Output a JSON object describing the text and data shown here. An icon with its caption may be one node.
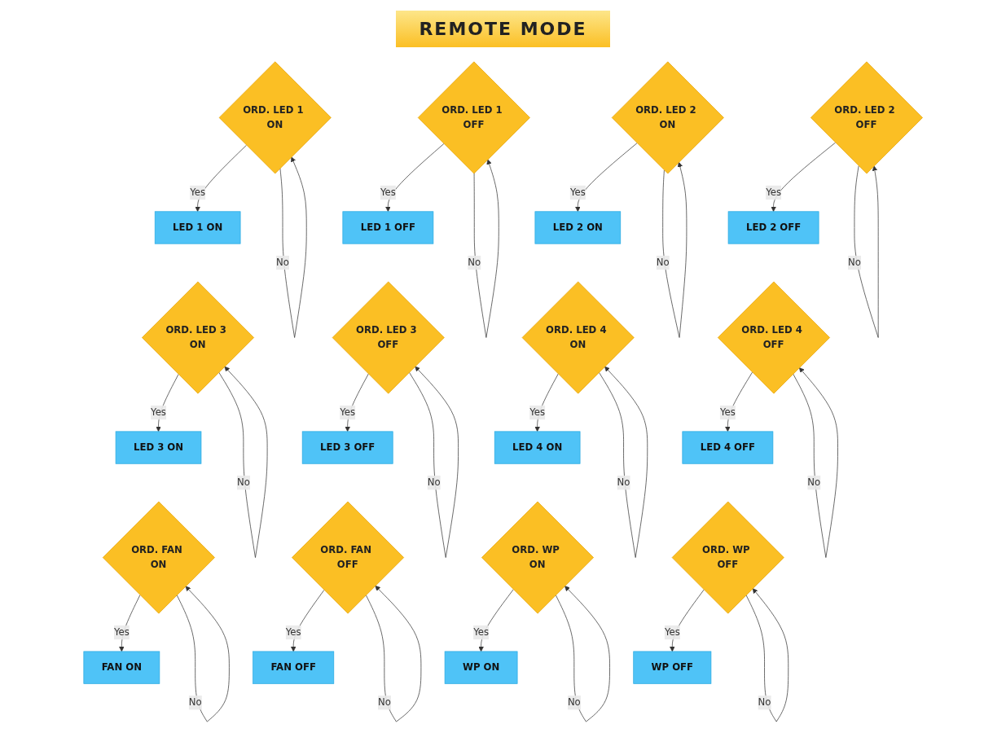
{
  "diagram": {
    "title": "REMOTE MODE",
    "nodes": [
      {
        "text": [
          "ORD. LED 1 ON"
        ]
      },
      {
        "text": [
          "ORD. LED 1 OFF"
        ]
      },
      {
        "text": [
          "ORD. LED 2 ON"
        ]
      },
      {
        "text": [
          "ORD. LED 2 OFF"
        ]
      },
      {
        "text": [
          "LED 1 ON"
        ]
      },
      {
        "text": [
          "LED 1 OFF"
        ]
      },
      {
        "text": [
          "LED 2 ON"
        ]
      },
      {
        "text": [
          "LED 2 OFF"
        ]
      },
      {
        "text": [
          "ORD. LED 3 ON"
        ]
      },
      {
        "text": [
          "ORD. LED 3 OFF"
        ]
      },
      {
        "text": [
          "ORD. LED 4 ON"
        ]
      },
      {
        "text": [
          "ORD. LED 4 OFF"
        ]
      },
      {
        "text": [
          "LED 3 ON"
        ]
      },
      {
        "text": [
          "LED 3 OFF"
        ]
      },
      {
        "text": [
          "LED 4 ON"
        ]
      },
      {
        "text": [
          "LED 4 OFF"
        ]
      },
      {
        "text": [
          "ORD. FAN ON"
        ]
      },
      {
        "text": [
          "ORD. FAN OFF"
        ]
      },
      {
        "text": [
          "ORD. WP ON"
        ]
      },
      {
        "text": [
          "ORD. WP OFF"
        ]
      },
      {
        "text": [
          "FAN ON"
        ]
      },
      {
        "text": [
          "FAN OFF"
        ]
      },
      {
        "text": [
          "WP ON"
        ]
      },
      {
        "text": [
          "WP OFF"
        ]
      }
    ],
    "edges": [
      {
        "from": 0,
        "to": 4,
        "arrow": "to",
        "label": "Yes"
      },
      {
        "from": 0,
        "to": 0,
        "arrow": "to",
        "label": "No"
      },
      {
        "from": 1,
        "to": 5,
        "arrow": "to",
        "label": "Yes"
      },
      {
        "from": 1,
        "to": 1,
        "arrow": "to",
        "label": "No"
      },
      {
        "from": 2,
        "to": 6,
        "arrow": "to",
        "label": "Yes"
      },
      {
        "from": 2,
        "to": 2,
        "arrow": "to",
        "label": "No"
      },
      {
        "from": 3,
        "to": 7,
        "arrow": "to",
        "label": "Yes"
      },
      {
        "from": 3,
        "to": 3,
        "arrow": "to",
        "label": "No"
      },
      {
        "from": 8,
        "to": 12,
        "arrow": "to",
        "label": "Yes"
      },
      {
        "from": 8,
        "to": 8,
        "arrow": "to",
        "label": "No"
      },
      {
        "from": 9,
        "to": 13,
        "arrow": "to",
        "label": "Yes"
      },
      {
        "from": 9,
        "to": 9,
        "arrow": "to",
        "label": "No"
      },
      {
        "from": 10,
        "to": 14,
        "arrow": "to",
        "label": "Yes"
      },
      {
        "from": 10,
        "to": 10,
        "arrow": "to",
        "label": "No"
      },
      {
        "from": 11,
        "to": 15,
        "arrow": "to",
        "label": "Yes"
      },
      {
        "from": 11,
        "to": 11,
        "arrow": "to",
        "label": "No"
      },
      {
        "from": 16,
        "to": 20,
        "arrow": "to",
        "label": "Yes"
      },
      {
        "from": 16,
        "to": 16,
        "arrow": "to",
        "label": "No"
      },
      {
        "from": 17,
        "to": 21,
        "arrow": "to",
        "label": "Yes"
      },
      {
        "from": 17,
        "to": 17,
        "arrow": "to",
        "label": "No"
      },
      {
        "from": 18,
        "to": 22,
        "arrow": "to",
        "label": "Yes"
      },
      {
        "from": 18,
        "to": 18,
        "arrow": "to",
        "label": "No"
      },
      {
        "from": 19,
        "to": 23,
        "arrow": "to",
        "label": "Yes"
      },
      {
        "from": 19,
        "to": 19,
        "arrow": "to",
        "label": "No"
      }
    ]
  }
}
